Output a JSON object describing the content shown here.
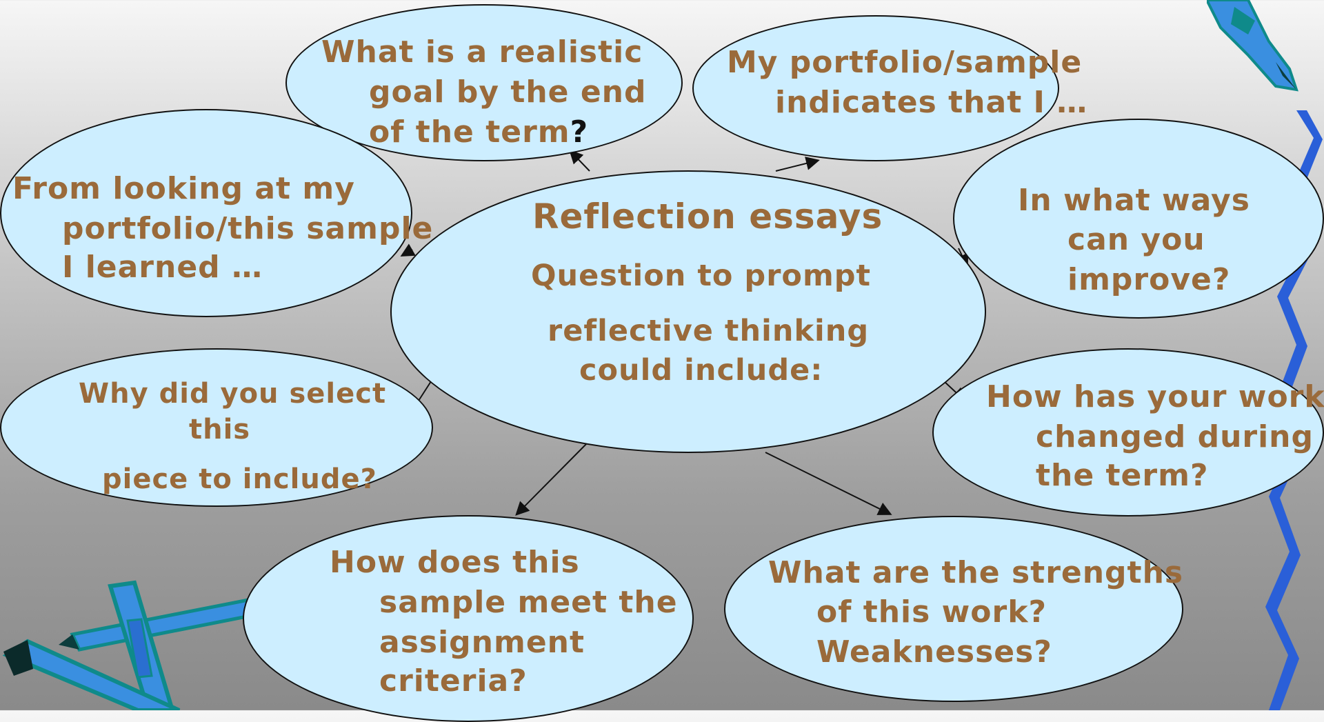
{
  "center": {
    "title": "Reflection essays",
    "line1": "Question to prompt",
    "line2": "reflective thinking",
    "line3": "could include:"
  },
  "bubbles": {
    "realistic_goal": {
      "l1": "What is a realistic",
      "l2": "goal by the end",
      "l3": "of the term",
      "mark": "?"
    },
    "indicates": {
      "l1": "My portfolio/sample",
      "l2": "indicates that I …"
    },
    "learned": {
      "l1": "From looking at my",
      "l2": "portfolio/this sample",
      "l3": "I learned …"
    },
    "improve": {
      "l1": "In what ways",
      "l2": "can you",
      "l3": "improve?"
    },
    "why_select": {
      "l1": "Why did you select",
      "l2": "this",
      "l3": "piece to include?"
    },
    "changed": {
      "l1": "How has your work",
      "l2": "changed during",
      "l3": "the term?"
    },
    "criteria": {
      "l1": "How does this",
      "l2": "sample meet the",
      "l3": "assignment",
      "l4": "criteria?"
    },
    "strengths": {
      "l1": "What are the strengths",
      "l2": "of this work?",
      "l3": "Weaknesses?"
    }
  },
  "colors": {
    "bubble_fill": "#cdeeff",
    "text": "#9a6a3a",
    "outline": "#111111",
    "pen_blue": "#3a8fe0",
    "pen_teal": "#0f8a8a",
    "ribbon_blue": "#2a5fd8"
  },
  "icons": [
    "pen-icon",
    "pencil-icon",
    "blue-ribbon-decoration"
  ]
}
